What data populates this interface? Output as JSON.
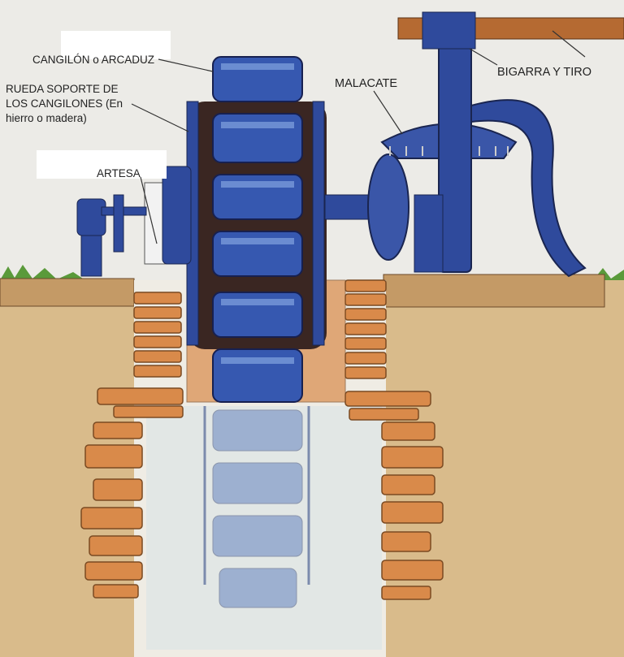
{
  "labels": {
    "bucket": "CANGILÓN o ARCADUZ",
    "wheel_line1": "RUEDA SOPORTE DE",
    "wheel_line2": "LOS CANGILONES (En",
    "wheel_line3": "hierro o madera)",
    "trough": "ARTESA",
    "gear": "MALACATE",
    "beam": "BIGARRA Y TIRO"
  },
  "colors": {
    "sky": "#ecebe7",
    "soil": "#d9bb8b",
    "brick": "#d98a4a",
    "iron": "#2f4a9c",
    "wood": "#b56a32",
    "water": "#c9dde6"
  }
}
